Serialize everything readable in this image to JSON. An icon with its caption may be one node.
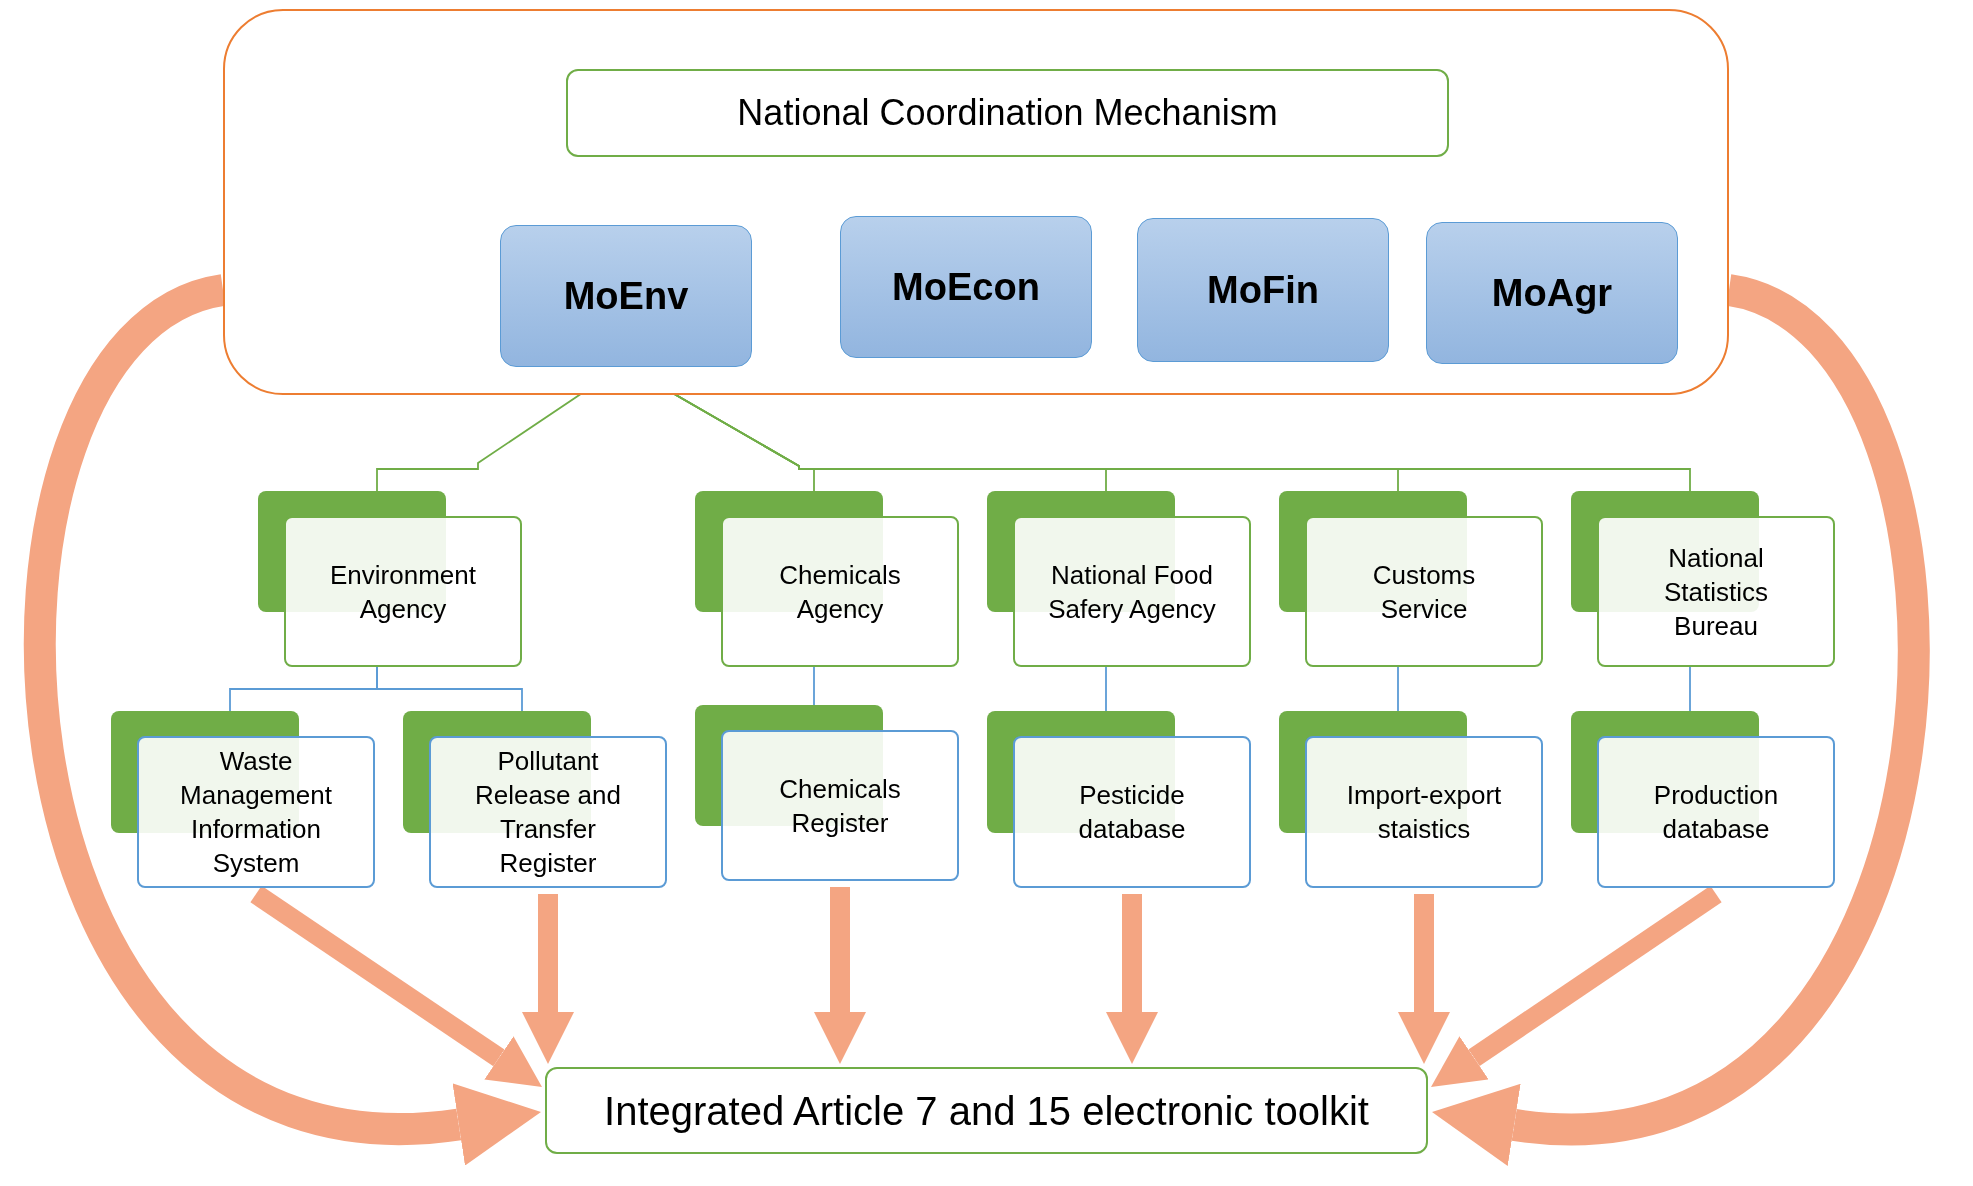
{
  "diagram": {
    "nodes": [
      {
        "text": [],
        "shape": "box"
      },
      {
        "text": [
          "National Coordination Mechanism"
        ],
        "in": 0
      },
      {
        "text": [
          "MoEnv"
        ],
        "in": 0
      },
      {
        "text": [
          "MoEcon"
        ],
        "in": 0
      },
      {
        "text": [
          "MoFin"
        ],
        "in": 0
      },
      {
        "text": [
          "MoAgr"
        ],
        "in": 0
      },
      {
        "text": [
          "Environment Agency"
        ]
      },
      {
        "text": [
          "Chemicals Agency"
        ]
      },
      {
        "text": [
          "National Food Safery Agency"
        ]
      },
      {
        "text": [
          "Customs Service"
        ]
      },
      {
        "text": [
          "National Statistics Bureau"
        ]
      },
      {
        "text": [
          "Waste Management Information System"
        ]
      },
      {
        "text": [
          "Pollutant Release and Transfer Register"
        ]
      },
      {
        "text": [
          "Chemicals Register"
        ]
      },
      {
        "text": [
          "Pesticide database"
        ]
      },
      {
        "text": [
          "Import-export staistics"
        ]
      },
      {
        "text": [
          "Production database"
        ]
      },
      {
        "text": [
          "Integrated Article 7 and 15 electronic toolkit"
        ]
      }
    ],
    "edges": [
      {
        "from": 2,
        "to": 6,
        "arrow": "none",
        "color": "#70ad47"
      },
      {
        "from": 2,
        "to": 7,
        "arrow": "none",
        "color": "#70ad47"
      },
      {
        "from": 2,
        "to": 8,
        "arrow": "none",
        "color": "#70ad47"
      },
      {
        "from": 2,
        "to": 9,
        "arrow": "none",
        "color": "#70ad47"
      },
      {
        "from": 2,
        "to": 10,
        "arrow": "none",
        "color": "#70ad47"
      },
      {
        "from": 6,
        "to": 11,
        "arrow": "none",
        "color": "#5b9bd5"
      },
      {
        "from": 6,
        "to": 12,
        "arrow": "none",
        "color": "#5b9bd5"
      },
      {
        "from": 7,
        "to": 13,
        "arrow": "none",
        "color": "#5b9bd5"
      },
      {
        "from": 8,
        "to": 14,
        "arrow": "none",
        "color": "#5b9bd5"
      },
      {
        "from": 9,
        "to": 15,
        "arrow": "none",
        "color": "#5b9bd5"
      },
      {
        "from": 10,
        "to": 16,
        "arrow": "none",
        "color": "#5b9bd5"
      },
      {
        "from": 11,
        "to": 17,
        "arrow": "to",
        "style": "thick"
      },
      {
        "from": 12,
        "to": 17,
        "arrow": "to",
        "style": "thick"
      },
      {
        "from": 13,
        "to": 17,
        "arrow": "to",
        "style": "thick"
      },
      {
        "from": 14,
        "to": 17,
        "arrow": "to",
        "style": "thick"
      },
      {
        "from": 15,
        "to": 17,
        "arrow": "to",
        "style": "thick"
      },
      {
        "from": 16,
        "to": 17,
        "arrow": "to",
        "style": "thick"
      },
      {
        "from": 0,
        "to": 17,
        "arrow": "to",
        "style": "thick"
      },
      {
        "from": 0,
        "to": 17,
        "arrow": "to",
        "style": "thick"
      }
    ]
  }
}
